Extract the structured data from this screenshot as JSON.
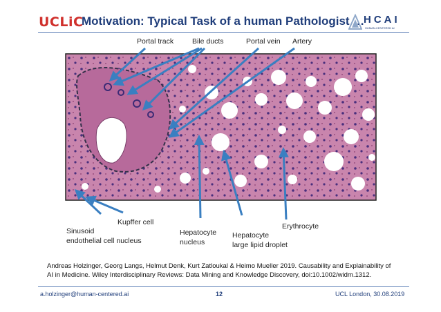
{
  "header": {
    "logo_left": "UCLiC",
    "title": "Motivation: Typical Task of a human Pathologist …",
    "logo_right": "HCAI",
    "logo_right_sub": "HUMAN-CENTERED AI"
  },
  "figure": {
    "labels": {
      "portal_track": "Portal track",
      "bile_ducts": "Bile ducts",
      "portal_vein": "Portal vein",
      "artery": "Artery",
      "sinusoid_1": "Sinusoid",
      "sinusoid_2": "endothelial cell nucleus",
      "kupffer": "Kupffer cell",
      "hepatocyte_nucleus_1": "Hepatocyte",
      "hepatocyte_nucleus_2": "nucleus",
      "hepatocyte_droplet_1": "Hepatocyte",
      "hepatocyte_droplet_2": "large lipid droplet",
      "erythrocyte": "Erythrocyte"
    },
    "colors": {
      "tissue": "#c985ad",
      "tissue_dark": "#a35b8a",
      "nucleus": "#3b2a75",
      "droplet": "#ffffff",
      "arrow": "#3a7fc1",
      "outline": "#34304a"
    }
  },
  "citation": {
    "line1": "Andreas Holzinger, Georg Langs, Helmut Denk, Kurt Zatloukal & Heimo Mueller 2019. Causability and Explainability of",
    "line2": "AI in Medicine. Wiley Interdisciplinary Reviews: Data Mining and Knowledge Discovery, doi:10.1002/widm.1312."
  },
  "footer": {
    "email": "a.holzinger@human-centered.ai",
    "page": "12",
    "place_date": "UCL London, 30.08.2019"
  }
}
